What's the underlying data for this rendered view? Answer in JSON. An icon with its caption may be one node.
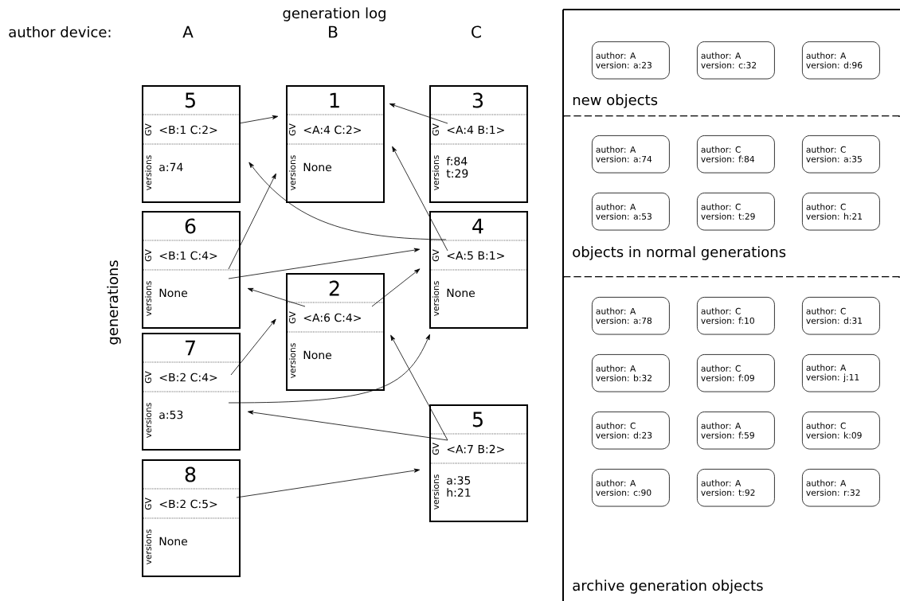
{
  "diagram": {
    "nodes": [
      {
        "text": [
          "5",
          "GV",
          "<B:1 C:2>",
          "versions",
          "a:74"
        ]
      },
      {
        "text": [
          "1",
          "GV",
          "<A:4 C:2>",
          "versions",
          "None"
        ]
      },
      {
        "text": [
          "3",
          "GV",
          "<A:4 B:1>",
          "versions",
          "f:84 t:29"
        ]
      },
      {
        "text": [
          "6",
          "GV",
          "<B:1 C:4>",
          "versions",
          "None"
        ]
      },
      {
        "text": [
          "4",
          "GV",
          "<A:5 B:1>",
          "versions",
          "None"
        ]
      },
      {
        "text": [
          "2",
          "GV",
          "<A:6 C:4>",
          "versions",
          "None"
        ]
      },
      {
        "text": [
          "7",
          "GV",
          "<B:2 C:4>",
          "versions",
          "a:53"
        ]
      },
      {
        "text": [
          "5",
          "GV",
          "<A:7 B:2>",
          "versions",
          "a:35 h:21"
        ]
      },
      {
        "text": [
          "8",
          "GV",
          "<B:2 C:5>",
          "versions",
          "None"
        ]
      },
      {
        "text": [
          "new objects"
        ]
      },
      {
        "text": [
          "objects in normal generations"
        ]
      },
      {
        "text": [
          "archive generation objects"
        ]
      },
      {
        "text": [
          "author: A version: a:23"
        ],
        "in": 9
      },
      {
        "text": [
          "author: A version: c:32"
        ],
        "in": 9
      },
      {
        "text": [
          "author: A version: d:96"
        ],
        "in": 9
      },
      {
        "text": [
          "author: A version: a:74"
        ],
        "in": 10
      },
      {
        "text": [
          "author: C version: f:84"
        ],
        "in": 10
      },
      {
        "text": [
          "author: C version: a:35"
        ],
        "in": 10
      },
      {
        "text": [
          "author: A version: a:53"
        ],
        "in": 10
      },
      {
        "text": [
          "author: C version: t:29"
        ],
        "in": 10
      },
      {
        "text": [
          "author: C version: h:21"
        ],
        "in": 10
      },
      {
        "text": [
          "author: A version: a:78"
        ],
        "in": 11
      },
      {
        "text": [
          "author: C version: f:10"
        ],
        "in": 11
      },
      {
        "text": [
          "author: C version: d:31"
        ],
        "in": 11
      },
      {
        "text": [
          "author: A version: b:32"
        ],
        "in": 11
      },
      {
        "text": [
          "author: C version: f:09"
        ],
        "in": 11
      },
      {
        "text": [
          "author: A version: j:11"
        ],
        "in": 11
      },
      {
        "text": [
          "author: C version: d:23"
        ],
        "in": 11
      },
      {
        "text": [
          "author: A version: f:59"
        ],
        "in": 11
      },
      {
        "text": [
          "author: C version: k:09"
        ],
        "in": 11
      },
      {
        "text": [
          "author: A version: c:90"
        ],
        "in": 11
      },
      {
        "text": [
          "author: A version: t:92"
        ],
        "in": 11
      },
      {
        "text": [
          "author: A version: r:32"
        ],
        "in": 11
      }
    ],
    "edges": [
      {
        "from": 0,
        "to": 1,
        "arrow": "to"
      },
      {
        "from": 2,
        "to": 1,
        "arrow": "to"
      },
      {
        "from": 3,
        "to": 1,
        "arrow": "to"
      },
      {
        "from": 3,
        "to": 4,
        "arrow": "to"
      },
      {
        "from": 4,
        "to": 0,
        "arrow": "to"
      },
      {
        "from": 4,
        "to": 1,
        "arrow": "to"
      },
      {
        "from": 5,
        "to": 3,
        "arrow": "to"
      },
      {
        "from": 5,
        "to": 4,
        "arrow": "to"
      },
      {
        "from": 6,
        "to": 5,
        "arrow": "to"
      },
      {
        "from": 6,
        "to": 4,
        "arrow": "to"
      },
      {
        "from": 7,
        "to": 6,
        "arrow": "to"
      },
      {
        "from": 7,
        "to": 5,
        "arrow": "to"
      },
      {
        "from": 8,
        "to": 7,
        "arrow": "to"
      }
    ],
    "labels": [
      "generation log",
      "author device:",
      "A",
      "B",
      "C",
      "generations"
    ]
  }
}
